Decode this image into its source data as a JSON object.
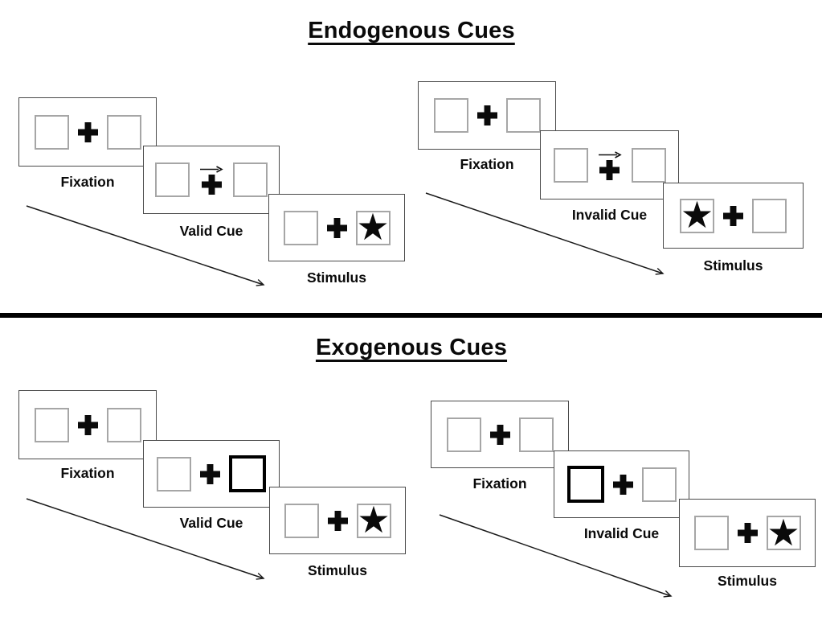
{
  "sections": [
    {
      "title": "Endogenous Cues",
      "trials": [
        {
          "name": "valid-trial",
          "steps": [
            {
              "label": "Fixation",
              "content": "two empty boxes with central cross"
            },
            {
              "label": "Valid Cue",
              "content": "right-pointing arrow above central cross",
              "cue": "arrow-right"
            },
            {
              "label": "Stimulus",
              "content": "star in right box",
              "target": "star-right"
            }
          ]
        },
        {
          "name": "invalid-trial",
          "steps": [
            {
              "label": "Fixation",
              "content": "two empty boxes with central cross"
            },
            {
              "label": "Invalid Cue",
              "content": "right-pointing arrow above central cross",
              "cue": "arrow-right"
            },
            {
              "label": "Stimulus",
              "content": "star in left box",
              "target": "star-left"
            }
          ]
        }
      ]
    },
    {
      "title": "Exogenous Cues",
      "trials": [
        {
          "name": "valid-trial",
          "steps": [
            {
              "label": "Fixation",
              "content": "two empty boxes with central cross"
            },
            {
              "label": "Valid Cue",
              "content": "right box highlighted with bold outline",
              "cue": "bold-box-right"
            },
            {
              "label": "Stimulus",
              "content": "star in right box",
              "target": "star-right"
            }
          ]
        },
        {
          "name": "invalid-trial",
          "steps": [
            {
              "label": "Fixation",
              "content": "two empty boxes with central cross"
            },
            {
              "label": "Invalid Cue",
              "content": "left box highlighted with bold outline",
              "cue": "bold-box-left"
            },
            {
              "label": "Stimulus",
              "content": "star in right box",
              "target": "star-right"
            }
          ]
        }
      ]
    }
  ],
  "glyphs": {
    "star": "★"
  },
  "colors": {
    "ink": "#000000",
    "panel_border": "#4a4a4a",
    "box_border": "#a6a6a6",
    "background": "#ffffff"
  }
}
